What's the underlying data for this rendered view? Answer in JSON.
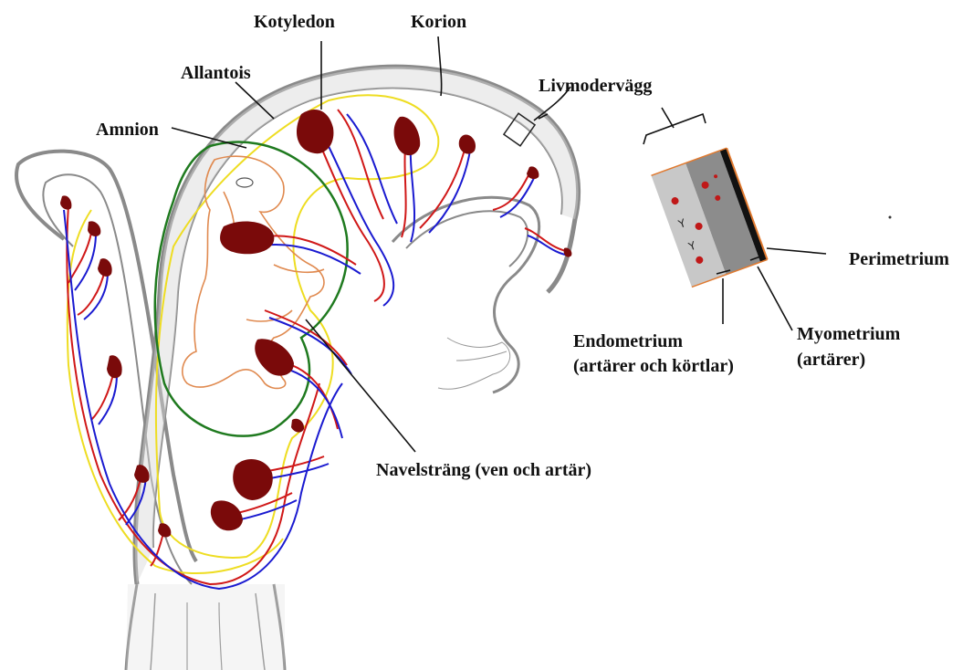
{
  "labels": {
    "kotyledon": "Kotyledon",
    "korion": "Korion",
    "allantois": "Allantois",
    "amnion": "Amnion",
    "livmodervagg": "Livmodervägg",
    "perimetrium": "Perimetrium",
    "endometrium_line1": "Endometrium",
    "endometrium_line2": "(artärer och körtlar)",
    "myometrium_line1": "Myometrium",
    "myometrium_line2": "(artärer)",
    "navelstrang": "Navelsträng (ven och artär)"
  },
  "colors": {
    "uterine_wall": "#9a9a9a",
    "cotyledon": "#7a0a0a",
    "artery": "#d01818",
    "vein": "#1a1ad0",
    "allantois_line": "#f0e020",
    "amnion_line": "#1f7a1f",
    "fetus": "#e08a50",
    "endometrium_fill": "#c8c8c8",
    "myometrium_fill": "#8c8c8c",
    "perimetrium_edge": "#e07a30"
  }
}
